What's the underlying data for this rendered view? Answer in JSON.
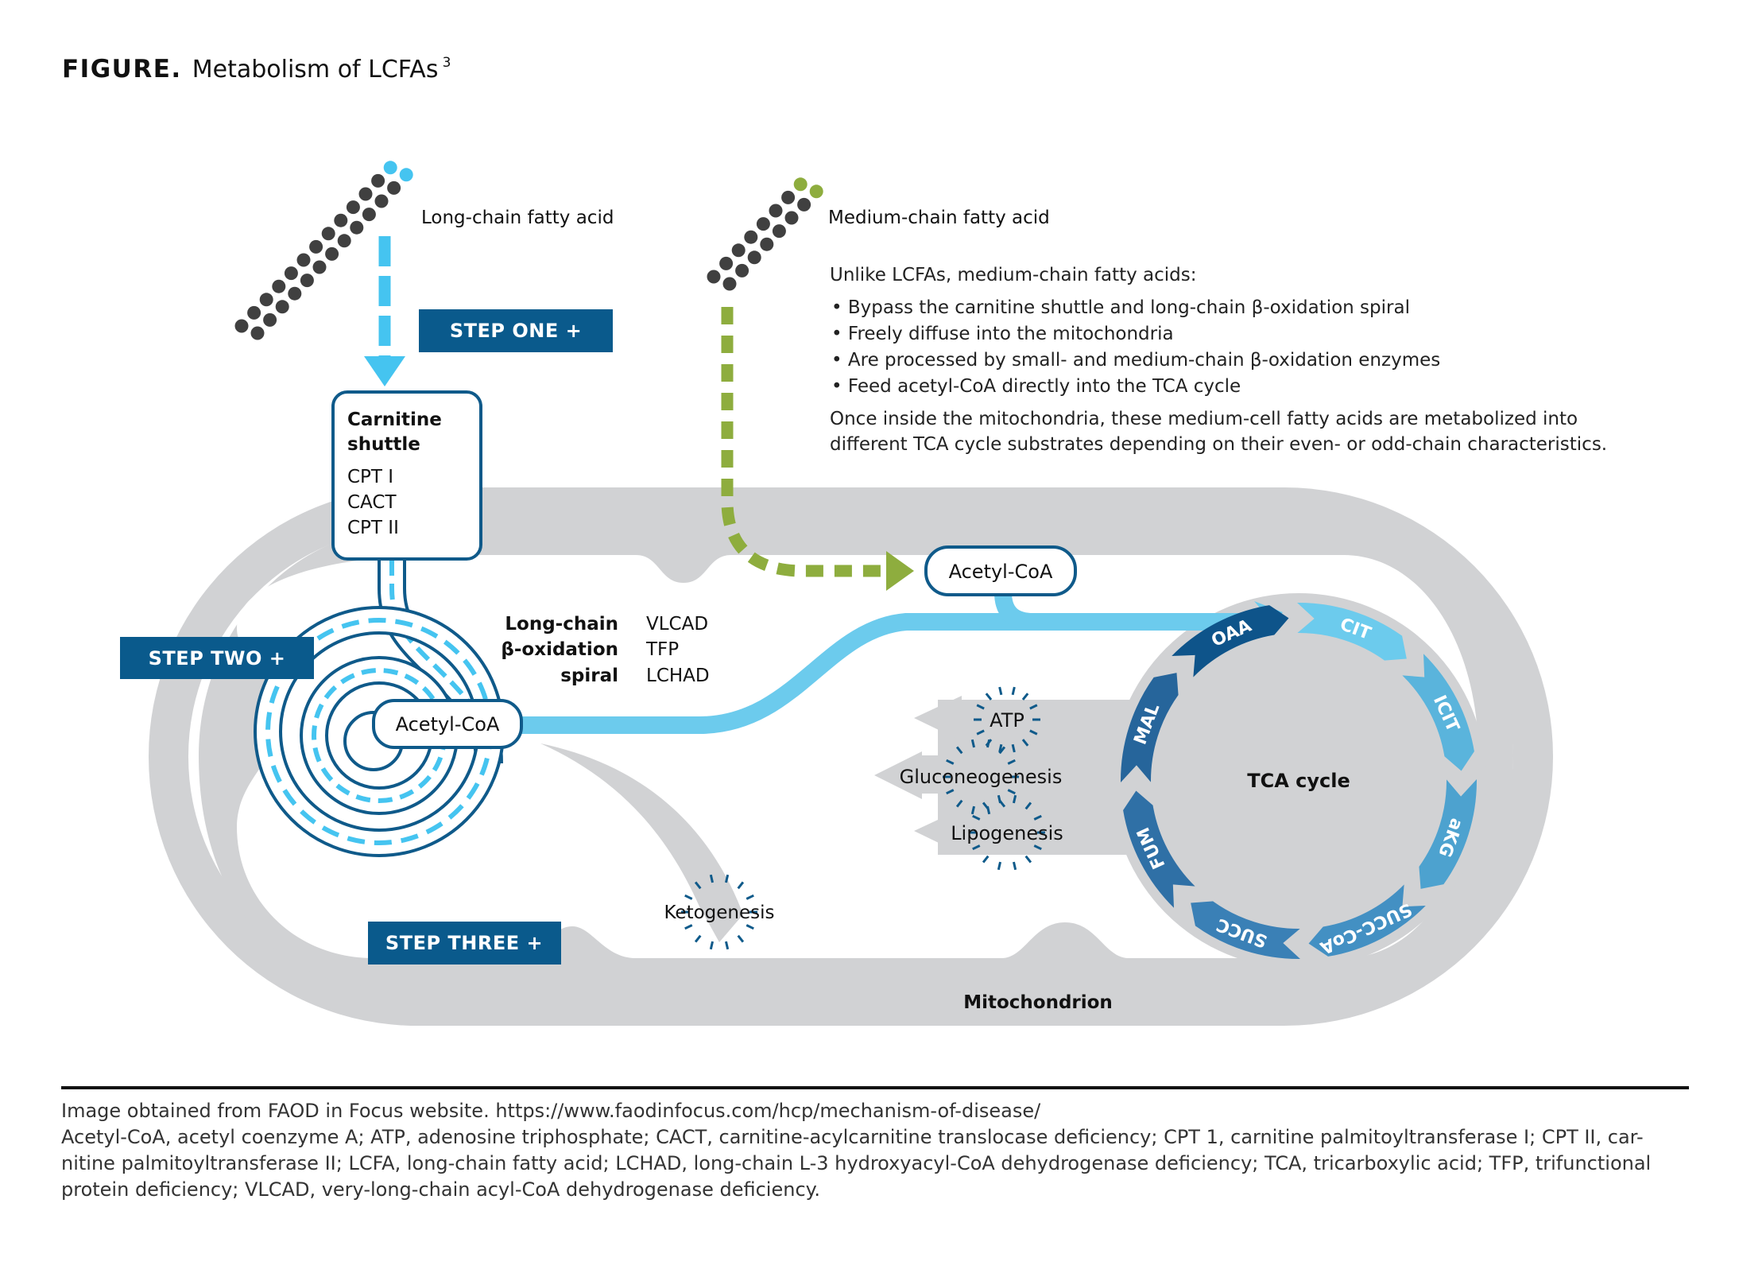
{
  "title": {
    "prefix": "FIGURE.",
    "text": "Metabolism of LCFAs",
    "superscript": "3"
  },
  "colors": {
    "step_box": "#0a5a8c",
    "dark_blue": "#0f5a8a",
    "light_blue": "#45c4f0",
    "flow_blue": "#6ccbed",
    "green": "#8ead3e",
    "gray": "#d1d2d4",
    "dot_dark": "#404040"
  },
  "long_chain": {
    "label": "Long-chain fatty acid",
    "dark_dots_per_row": 12,
    "accent_dots_per_row": 1
  },
  "medium_chain": {
    "label": "Medium-chain fatty acid",
    "dark_dots_per_row": 7,
    "accent_dots_per_row": 1,
    "intro": "Unlike LCFAs, medium-chain fatty acids:",
    "bullets": [
      "Bypass the carnitine shuttle and long-chain β-oxidation spiral",
      "Freely diffuse into the mitochondria",
      "Are processed by small- and medium-chain β-oxidation enzymes",
      "Feed acetyl-CoA directly into the TCA cycle"
    ],
    "note_lines": [
      "Once inside the mitochondria, these medium-cell fatty acids are metabolized into",
      "different TCA cycle substrates depending on their even- or odd-chain characteristics."
    ]
  },
  "steps": {
    "one": "STEP ONE +",
    "two": "STEP TWO +",
    "three": "STEP THREE +"
  },
  "carnitine_shuttle": {
    "title_lines": [
      "Carnitine",
      "shuttle"
    ],
    "enzymes": [
      "CPT I",
      "CACT",
      "CPT II"
    ]
  },
  "beta_oxidation": {
    "label_lines": [
      "Long-chain",
      "β-oxidation",
      "spiral"
    ],
    "enzymes": [
      "VLCAD",
      "TFP",
      "LCHAD"
    ]
  },
  "acetyl_coa_spiral": "Acetyl-CoA",
  "acetyl_coa_medium": "Acetyl-CoA",
  "outputs": [
    "ATP",
    "Gluconeogenesis",
    "Lipogenesis"
  ],
  "ketogenesis": "Ketogenesis",
  "mitochondrion": "Mitochondrion",
  "tca": {
    "center_label": "TCA cycle",
    "segments": [
      {
        "label": "CIT",
        "color": "#6ccbed"
      },
      {
        "label": "ICIT",
        "color": "#5ab4dc"
      },
      {
        "label": "aKG",
        "color": "#4da2cf"
      },
      {
        "label": "SUCC-CoA",
        "color": "#4390c3"
      },
      {
        "label": "SUCC",
        "color": "#3a80b6"
      },
      {
        "label": "FUM",
        "color": "#2f70a6"
      },
      {
        "label": "MAL",
        "color": "#26659b"
      },
      {
        "label": "OAA",
        "color": "#0e548a"
      }
    ]
  },
  "footer": {
    "lines": [
      "Image obtained from FAOD in Focus website. https://www.faodinfocus.com/hcp/mechanism-of-disease/",
      "Acetyl-CoA, acetyl coenzyme A; ATP, adenosine triphosphate; CACT, carnitine-acylcarnitine translocase deficiency; CPT 1, carnitine palmitoyltransferase I; CPT II, car-",
      "nitine palmitoyltransferase II; LCFA, long-chain fatty acid; LCHAD, long-chain L-3 hydroxyacyl-CoA dehydrogenase deficiency; TCA, tricarboxylic acid; TFP, trifunctional",
      "protein deficiency; VLCAD, very-long-chain acyl-CoA dehydrogenase deficiency."
    ]
  }
}
